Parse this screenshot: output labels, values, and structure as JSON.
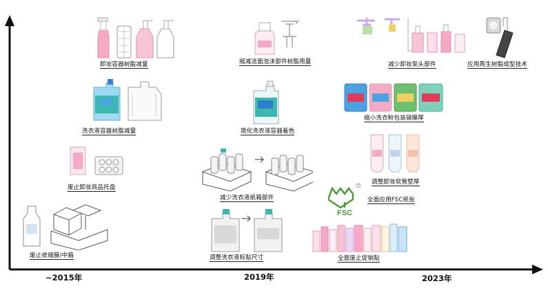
{
  "timeline": {
    "years": [
      "~2015年",
      "2019年",
      "2023年"
    ]
  },
  "milestones": [
    {
      "label": "卸妆容器树脂减量",
      "icon": "cleansing-oil-bottles-icon"
    },
    {
      "label": "洗衣液容器树脂减量",
      "icon": "laundry-detergent-bottle-icon"
    },
    {
      "label": "废止卸妆商品托盘",
      "icon": "product-tray-icon"
    },
    {
      "label": "废止收缩膜/中箱",
      "icon": "shrink-film-carton-icon"
    },
    {
      "label": "缩减洁面泡沫部件树脂用量",
      "icon": "foam-pump-bottle-icon"
    },
    {
      "label": "简化洗衣液容器着色",
      "icon": "simplified-color-bottle-icon"
    },
    {
      "label": "减少洗衣液纸箱部件",
      "icon": "carton-parts-icon"
    },
    {
      "label": "调整洗衣液标贴尺寸",
      "icon": "label-size-bottles-icon"
    },
    {
      "label": "减少卸妆泵头部件",
      "icon": "pump-head-icon"
    },
    {
      "label": "应用再生树脂成型技术",
      "icon": "recycled-resin-icon"
    },
    {
      "label": "缩小洗衣粉包装袋膜厚",
      "icon": "powder-bags-icon"
    },
    {
      "label": "调整卸妆软管壁厚",
      "icon": "soft-tubes-icon"
    },
    {
      "label": "全面应用FSC纸张",
      "icon": "fsc-logo-icon"
    },
    {
      "label": "全面废止促销贴",
      "icon": "product-lineup-icon"
    }
  ],
  "fsc_text": "FSC",
  "colors": {
    "axis": "#111111",
    "pink": "#f4aac4",
    "teal": "#3db8b0",
    "green": "#4c9a3a",
    "lavender": "#c8a8e6",
    "gray": "#a9a9a9"
  }
}
